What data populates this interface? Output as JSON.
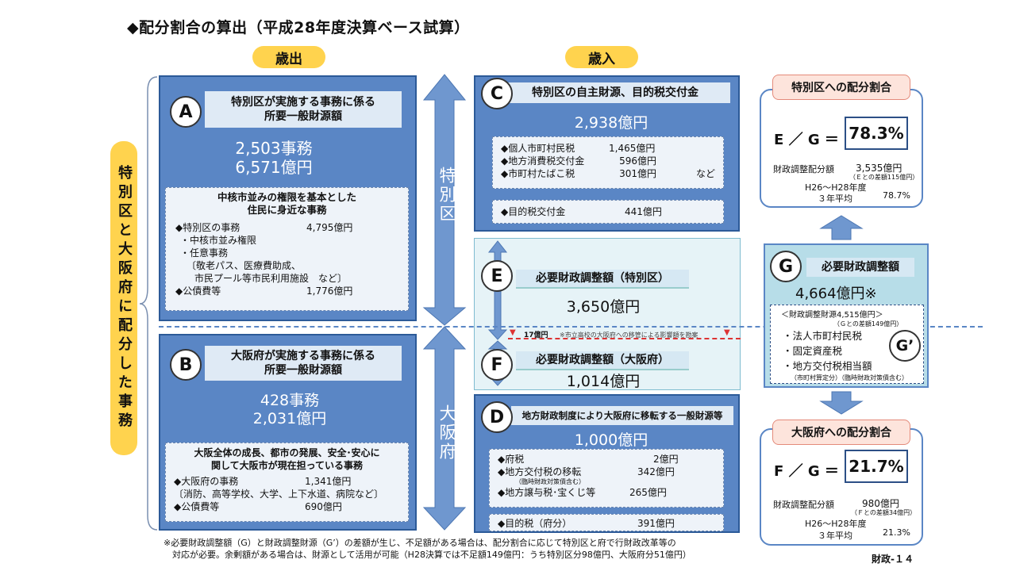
{
  "title": "◆配分割合の算出（平成28年度決算ベース試算）",
  "labels": {
    "expense": "歳出",
    "revenue": "歳入"
  },
  "side_label": "特別区と大阪府に配分した事務",
  "arrow_labels": {
    "top": "特別区",
    "bottom": "大阪府"
  },
  "box_a": {
    "letter": "A",
    "header": [
      "特別区が実施する事務に係る",
      "所要一般財源額"
    ],
    "count": "2,503事務",
    "amount": "6,571億円",
    "panel_title": [
      "中核市並みの権限を基本とした",
      "住民に身近な事務"
    ],
    "items": [
      {
        "label": "◆特別区の事務",
        "value": "4,795億円"
      },
      {
        "label": "・中核市並み権限",
        "value": ""
      },
      {
        "label": "・任意事務",
        "value": ""
      },
      {
        "label": "〔敬老パス、医療費助成、",
        "value": ""
      },
      {
        "label": "市民プール等市民利用施設　など〕",
        "value": ""
      },
      {
        "label": "◆公債費等",
        "value": "1,776億円"
      }
    ]
  },
  "box_b": {
    "letter": "B",
    "header": [
      "大阪府が実施する事務に係る",
      "所要一般財源額"
    ],
    "count": "428事務",
    "amount": "2,031億円",
    "panel_title": [
      "大阪全体の成長、都市の発展、安全･安心に",
      "関して大阪市が現在担っている事務"
    ],
    "items": [
      {
        "label": "◆大阪府の事務",
        "value": "1,341億円"
      },
      {
        "label": "〔消防、高等学校、大学、上下水道、病院など〕",
        "value": ""
      },
      {
        "label": "◆公債費等",
        "value": "690億円"
      }
    ]
  },
  "box_c": {
    "letter": "C",
    "header": "特別区の自主財源、目的税交付金",
    "amount": "2,938億円",
    "items": [
      {
        "label": "◆個人市町村民税",
        "value": "1,465億円",
        "note": ""
      },
      {
        "label": "◆地方消費税交付金",
        "value": "596億円",
        "note": ""
      },
      {
        "label": "◆市町村たばこ税",
        "value": "301億円",
        "note": "など"
      }
    ],
    "item2": {
      "label": "◆目的税交付金",
      "value": "441億円"
    }
  },
  "box_e": {
    "letter": "E",
    "header": "必要財政調整額（特別区）",
    "amount": "3,650億円"
  },
  "shift_note": {
    "value": "17億円",
    "text": "※市立高校の大阪府への移管による影響額を勘案"
  },
  "box_f": {
    "letter": "F",
    "header": "必要財政調整額（大阪府）",
    "amount": "1,014億円"
  },
  "box_d": {
    "letter": "D",
    "header": "地方財政制度により大阪府に移転する一般財源等",
    "amount": "1,000億円",
    "items": [
      {
        "label": "◆府税",
        "sub": "",
        "value": "2億円"
      },
      {
        "label": "◆地方交付税の移転",
        "sub": "（臨時財政対策債含む）",
        "value": "342億円"
      },
      {
        "label": "◆地方譲与税･宝くじ等",
        "sub": "",
        "value": "265億円"
      }
    ],
    "item2": {
      "label": "◆目的税（府分）",
      "value": "391億円"
    }
  },
  "box_g": {
    "letter": "G",
    "header": "必要財政調整額",
    "amount": "4,664億円※",
    "inner_title": "＜財政調整財源4,515億円＞",
    "inner_sub": "（Ｇとの差額149億円）",
    "items": [
      "・法人市町村民税",
      "・固定資産税",
      "・地方交付税相当額"
    ],
    "inner_foot": "（市町村算定分）（臨時財政対策債含む）",
    "g_prime": "G’"
  },
  "ratio_ku": {
    "header": "特別区への配分割合",
    "formula": "E ／ G ＝",
    "percent": "78.3%",
    "label": "財政調整配分額",
    "value": "3,535億円",
    "note": "（Ｅとの差額115億円）",
    "avg_label1": "H26～H28年度",
    "avg_label2": "３年平均",
    "avg_value": "78.7%"
  },
  "ratio_fu": {
    "header": "大阪府への配分割合",
    "formula": "F ／ G ＝",
    "percent": "21.7%",
    "label": "財政調整配分額",
    "value": "980億円",
    "note": "（Ｆとの差額34億円）",
    "avg_label1": "H26～H28年度",
    "avg_label2": "３年平均",
    "avg_value": "21.3%"
  },
  "footnote": [
    "※必要財政調整額（G）と財政調整財源（G’）の差額が生じ、不足額がある場合は、配分割合に応じて特別区と府で行財政改革等の",
    "　対応が必要。余剰額がある場合は、財源として活用が可能（H28決算では不足額149億円：うち特別区分98億円、大阪府分51億円）"
  ],
  "page_no": "財政-１４",
  "colors": {
    "box_blue": "#5a86c5",
    "header_bg": "#dfeaf5",
    "pill": "#ffd34e",
    "ratio_header": "#fde4dc",
    "g_box": "#b7dde8"
  }
}
